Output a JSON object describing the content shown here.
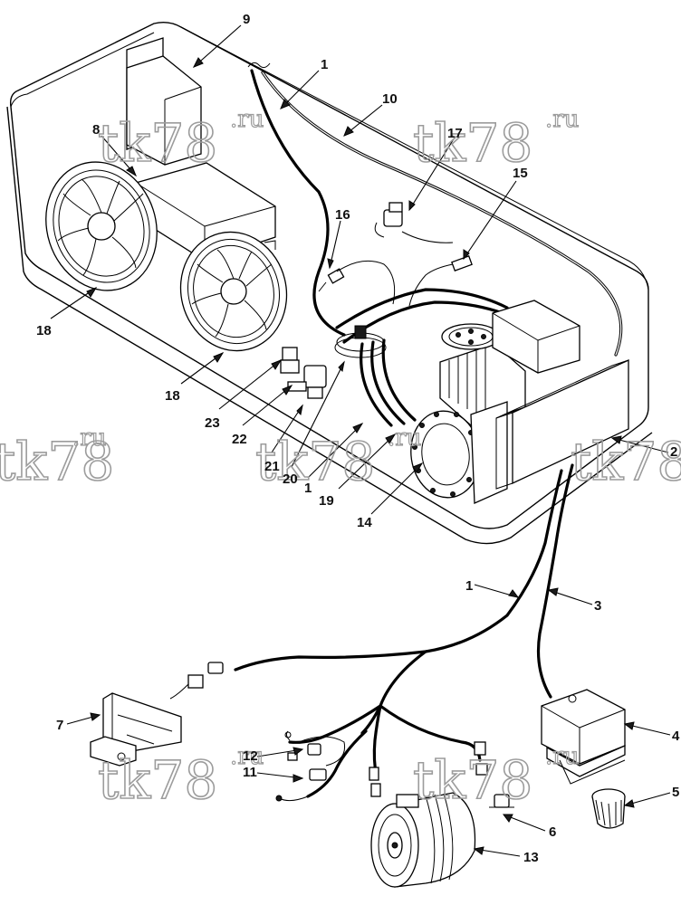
{
  "diagram": {
    "callouts": [
      {
        "id": "c9",
        "text": "9"
      },
      {
        "id": "c1a",
        "text": "1"
      },
      {
        "id": "c8",
        "text": "8"
      },
      {
        "id": "c10",
        "text": "10"
      },
      {
        "id": "c17",
        "text": "17"
      },
      {
        "id": "c15",
        "text": "15"
      },
      {
        "id": "c16",
        "text": "16"
      },
      {
        "id": "c18a",
        "text": "18"
      },
      {
        "id": "c18b",
        "text": "18"
      },
      {
        "id": "c23",
        "text": "23"
      },
      {
        "id": "c22",
        "text": "22"
      },
      {
        "id": "c21",
        "text": "21"
      },
      {
        "id": "c20",
        "text": "20"
      },
      {
        "id": "c1b",
        "text": "1"
      },
      {
        "id": "c19",
        "text": "19"
      },
      {
        "id": "c14",
        "text": "14"
      },
      {
        "id": "c2",
        "text": "2"
      },
      {
        "id": "c1c",
        "text": "1"
      },
      {
        "id": "c3",
        "text": "3"
      },
      {
        "id": "c4",
        "text": "4"
      },
      {
        "id": "c5",
        "text": "5"
      },
      {
        "id": "c6",
        "text": "6"
      },
      {
        "id": "c7",
        "text": "7"
      },
      {
        "id": "c11",
        "text": "11"
      },
      {
        "id": "c12",
        "text": "12"
      },
      {
        "id": "c13",
        "text": "13"
      }
    ],
    "watermark": {
      "main": "tk78",
      "suffix": ".ru"
    }
  }
}
